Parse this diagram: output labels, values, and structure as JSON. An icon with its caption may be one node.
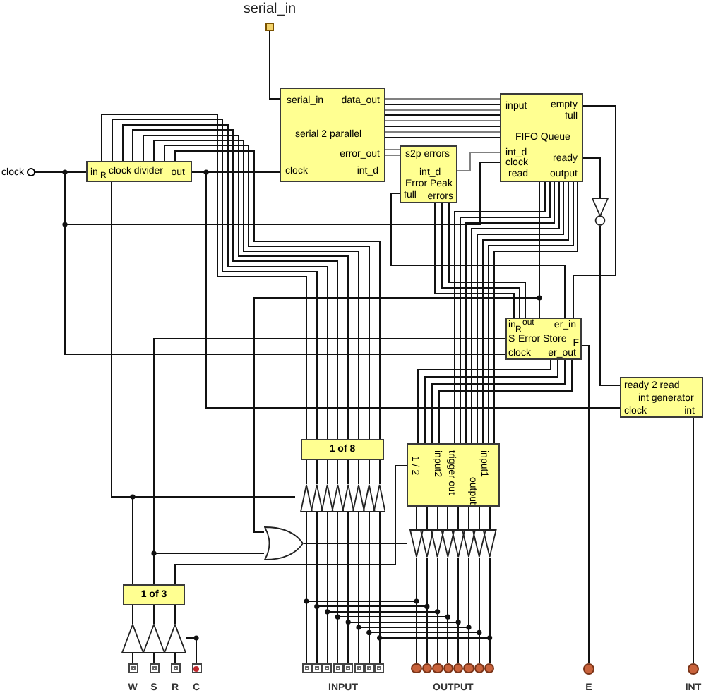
{
  "diagram": {
    "nodes": [
      {
        "text": [
          "serial_in"
        ]
      },
      {
        "text": [
          "serial_in",
          "data_out",
          "serial 2 parallel",
          "error_out",
          "clock",
          "int_d"
        ]
      },
      {
        "text": [
          "input",
          "empty",
          "full",
          "FIFO Queue",
          "int_d",
          "clock",
          "read",
          "ready",
          "output"
        ]
      },
      {
        "text": [
          "s2p errors",
          "int_d",
          "Error Peak",
          "full",
          "errors"
        ]
      },
      {
        "text": [
          "clock"
        ]
      },
      {
        "text": [
          "in",
          "R",
          "clock divider",
          "out"
        ]
      },
      {
        "text": [],
        "shape": "triangle"
      },
      {
        "text": [
          "in",
          "R",
          "out",
          "er_in",
          "S",
          "Error Store",
          "F",
          "clock",
          "er_out"
        ]
      },
      {
        "text": [
          "ready 2 read",
          "int generator",
          "clock",
          "int"
        ]
      },
      {
        "text": [
          "1 of 8"
        ]
      },
      {
        "text": [
          "1 / 2",
          "input2",
          "trigger out",
          "input1",
          "output"
        ]
      },
      {
        "text": [],
        "shape": "triangle"
      },
      {
        "text": [],
        "shape": "gate"
      },
      {
        "text": [],
        "shape": "triangle"
      },
      {
        "text": [
          "1 of 3"
        ]
      },
      {
        "text": [],
        "shape": "triangle"
      },
      {
        "text": [
          "W"
        ]
      },
      {
        "text": [
          "S"
        ]
      },
      {
        "text": [
          "R"
        ]
      },
      {
        "text": [
          "C"
        ]
      },
      {
        "text": [
          "INPUT"
        ]
      },
      {
        "text": [
          "OUTPUT"
        ]
      },
      {
        "text": [
          "E"
        ]
      },
      {
        "text": [
          "INT"
        ]
      }
    ],
    "edges": [
      {
        "from": 0,
        "to": 1,
        "arrow": "none"
      },
      {
        "from": 4,
        "to": 5,
        "arrow": "none"
      },
      {
        "from": 5,
        "to": 1,
        "arrow": "none"
      },
      {
        "from": 1,
        "to": 2,
        "arrow": "none",
        "color": "#808080"
      },
      {
        "from": 1,
        "to": 2,
        "arrow": "none"
      },
      {
        "from": 1,
        "to": 2,
        "arrow": "none",
        "color": "#808080"
      },
      {
        "from": 1,
        "to": 2,
        "arrow": "none"
      },
      {
        "from": 1,
        "to": 2,
        "arrow": "none",
        "color": "#808080"
      },
      {
        "from": 1,
        "to": 2,
        "arrow": "none"
      },
      {
        "from": 1,
        "to": 2,
        "arrow": "none",
        "color": "#808080"
      },
      {
        "from": 1,
        "to": 2,
        "arrow": "none"
      },
      {
        "from": 1,
        "to": 3,
        "arrow": "none",
        "color": "#808080"
      },
      {
        "from": 1,
        "to": 3,
        "arrow": "none",
        "color": "#808080"
      },
      {
        "from": 3,
        "to": 2,
        "arrow": "none",
        "color": "#808080"
      },
      {
        "from": 4,
        "to": 2,
        "arrow": "none"
      },
      {
        "from": 4,
        "to": 7,
        "arrow": "none"
      },
      {
        "from": 5,
        "to": 8,
        "arrow": "none"
      },
      {
        "from": 5,
        "to": 9,
        "arrow": "none"
      },
      {
        "from": 5,
        "to": 9,
        "arrow": "none"
      },
      {
        "from": 5,
        "to": 9,
        "arrow": "none"
      },
      {
        "from": 5,
        "to": 9,
        "arrow": "none"
      },
      {
        "from": 5,
        "to": 9,
        "arrow": "none"
      },
      {
        "from": 5,
        "to": 9,
        "arrow": "none"
      },
      {
        "from": 5,
        "to": 9,
        "arrow": "none"
      },
      {
        "from": 5,
        "to": 9,
        "arrow": "none"
      },
      {
        "from": 2,
        "to": 6,
        "arrow": "none"
      },
      {
        "from": 6,
        "to": 8,
        "arrow": "none"
      },
      {
        "from": 2,
        "to": 7,
        "arrow": "none"
      },
      {
        "from": 3,
        "to": 7,
        "arrow": "none"
      },
      {
        "from": 3,
        "to": 7,
        "arrow": "none"
      },
      {
        "from": 3,
        "to": 7,
        "arrow": "none"
      },
      {
        "from": 3,
        "to": 7,
        "arrow": "none"
      },
      {
        "from": 7,
        "to": 2,
        "arrow": "none"
      },
      {
        "from": 2,
        "to": 10,
        "arrow": "none"
      },
      {
        "from": 2,
        "to": 10,
        "arrow": "none"
      },
      {
        "from": 2,
        "to": 10,
        "arrow": "none"
      },
      {
        "from": 2,
        "to": 10,
        "arrow": "none"
      },
      {
        "from": 2,
        "to": 10,
        "arrow": "none"
      },
      {
        "from": 2,
        "to": 10,
        "arrow": "none"
      },
      {
        "from": 2,
        "to": 10,
        "arrow": "none"
      },
      {
        "from": 2,
        "to": 10,
        "arrow": "none"
      },
      {
        "from": 7,
        "to": 10,
        "arrow": "none"
      },
      {
        "from": 7,
        "to": 10,
        "arrow": "none"
      },
      {
        "from": 7,
        "to": 10,
        "arrow": "none"
      },
      {
        "from": 7,
        "to": 10,
        "arrow": "none"
      },
      {
        "from": 7,
        "to": 22,
        "arrow": "none"
      },
      {
        "from": 8,
        "to": 23,
        "arrow": "none"
      },
      {
        "from": 7,
        "to": 12,
        "arrow": "none"
      },
      {
        "from": 14,
        "to": 12,
        "arrow": "none"
      },
      {
        "from": 14,
        "to": 7,
        "arrow": "none"
      },
      {
        "from": 14,
        "to": 10,
        "arrow": "none"
      },
      {
        "from": 5,
        "to": 11,
        "arrow": "none"
      },
      {
        "from": 14,
        "to": 11,
        "arrow": "none"
      },
      {
        "from": 12,
        "to": 13,
        "arrow": "none"
      },
      {
        "from": 9,
        "to": 11,
        "arrow": "none"
      },
      {
        "from": 9,
        "to": 11,
        "arrow": "none"
      },
      {
        "from": 9,
        "to": 11,
        "arrow": "none"
      },
      {
        "from": 9,
        "to": 11,
        "arrow": "none"
      },
      {
        "from": 9,
        "to": 11,
        "arrow": "none"
      },
      {
        "from": 9,
        "to": 11,
        "arrow": "none"
      },
      {
        "from": 9,
        "to": 11,
        "arrow": "none"
      },
      {
        "from": 9,
        "to": 11,
        "arrow": "none"
      },
      {
        "from": 20,
        "to": 11,
        "arrow": "none"
      },
      {
        "from": 20,
        "to": 11,
        "arrow": "none"
      },
      {
        "from": 20,
        "to": 11,
        "arrow": "none"
      },
      {
        "from": 20,
        "to": 11,
        "arrow": "none"
      },
      {
        "from": 20,
        "to": 11,
        "arrow": "none"
      },
      {
        "from": 20,
        "to": 11,
        "arrow": "none"
      },
      {
        "from": 20,
        "to": 11,
        "arrow": "none"
      },
      {
        "from": 20,
        "to": 11,
        "arrow": "none"
      },
      {
        "from": 10,
        "to": 13,
        "arrow": "none"
      },
      {
        "from": 10,
        "to": 13,
        "arrow": "none"
      },
      {
        "from": 10,
        "to": 13,
        "arrow": "none"
      },
      {
        "from": 10,
        "to": 13,
        "arrow": "none"
      },
      {
        "from": 10,
        "to": 13,
        "arrow": "none"
      },
      {
        "from": 10,
        "to": 13,
        "arrow": "none"
      },
      {
        "from": 10,
        "to": 13,
        "arrow": "none"
      },
      {
        "from": 10,
        "to": 13,
        "arrow": "none"
      },
      {
        "from": 13,
        "to": 21,
        "arrow": "none"
      },
      {
        "from": 13,
        "to": 21,
        "arrow": "none"
      },
      {
        "from": 13,
        "to": 21,
        "arrow": "none"
      },
      {
        "from": 13,
        "to": 21,
        "arrow": "none"
      },
      {
        "from": 13,
        "to": 21,
        "arrow": "none"
      },
      {
        "from": 13,
        "to": 21,
        "arrow": "none"
      },
      {
        "from": 13,
        "to": 21,
        "arrow": "none"
      },
      {
        "from": 13,
        "to": 21,
        "arrow": "none"
      },
      {
        "from": 20,
        "to": 21,
        "arrow": "none"
      },
      {
        "from": 20,
        "to": 21,
        "arrow": "none"
      },
      {
        "from": 20,
        "to": 21,
        "arrow": "none"
      },
      {
        "from": 20,
        "to": 21,
        "arrow": "none"
      },
      {
        "from": 20,
        "to": 21,
        "arrow": "none"
      },
      {
        "from": 20,
        "to": 21,
        "arrow": "none"
      },
      {
        "from": 20,
        "to": 21,
        "arrow": "none"
      },
      {
        "from": 20,
        "to": 21,
        "arrow": "none"
      },
      {
        "from": 15,
        "to": 14,
        "arrow": "none"
      },
      {
        "from": 15,
        "to": 14,
        "arrow": "none"
      },
      {
        "from": 15,
        "to": 14,
        "arrow": "none"
      },
      {
        "from": 16,
        "to": 15,
        "arrow": "none"
      },
      {
        "from": 17,
        "to": 15,
        "arrow": "none"
      },
      {
        "from": 18,
        "to": 15,
        "arrow": "none"
      },
      {
        "from": 19,
        "to": 15,
        "arrow": "none"
      }
    ]
  }
}
